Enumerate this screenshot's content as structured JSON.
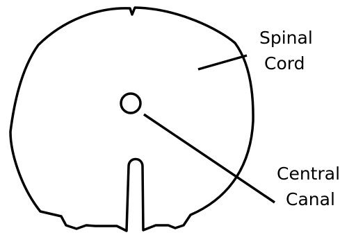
{
  "labels": {
    "spinal_cord": [
      "Spinal",
      "Cord"
    ],
    "central_canal": [
      "Central",
      "Canal"
    ]
  },
  "colors": {
    "stroke": "#000000",
    "background": "#ffffff"
  }
}
